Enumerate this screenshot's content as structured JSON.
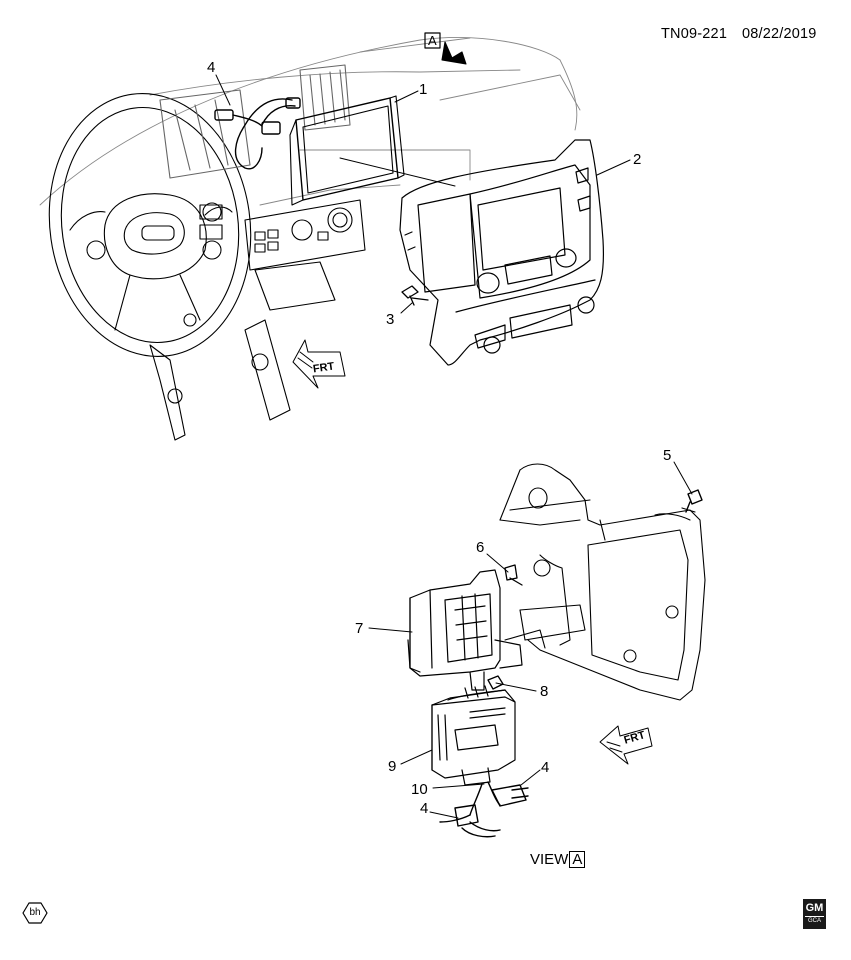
{
  "header": {
    "code": "TN09-221",
    "date": "08/22/2019"
  },
  "view_marker": {
    "letter": "A"
  },
  "view_label": {
    "text": "VIEW",
    "letter": "A"
  },
  "front_arrow_label": "FRT",
  "callouts": [
    "1",
    "2",
    "3",
    "4",
    "5",
    "6",
    "7",
    "8",
    "9",
    "10",
    "4",
    "4"
  ],
  "badge_code": "bh",
  "gm_logo": {
    "mark": "GM",
    "sub": "GCA"
  }
}
